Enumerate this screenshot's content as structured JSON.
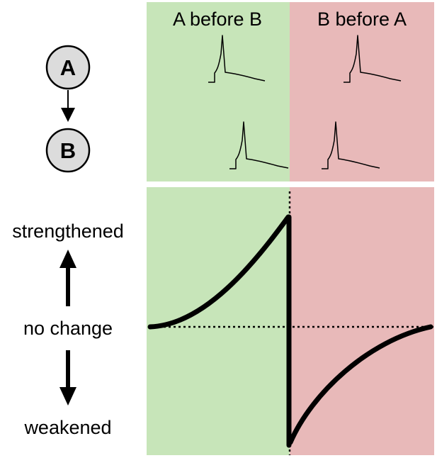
{
  "neurons": {
    "pre": "A",
    "post": "B"
  },
  "panels": {
    "left_title": "A before B",
    "right_title": "B before A"
  },
  "axis": {
    "top_label": "strengthened",
    "middle_label": "no change",
    "bottom_label": "weakened"
  },
  "colors": {
    "left_panel": "#c7e5b9",
    "right_panel": "#e8b9b9",
    "neuron_fill": "#dcdcdc",
    "ink": "#000000"
  }
}
